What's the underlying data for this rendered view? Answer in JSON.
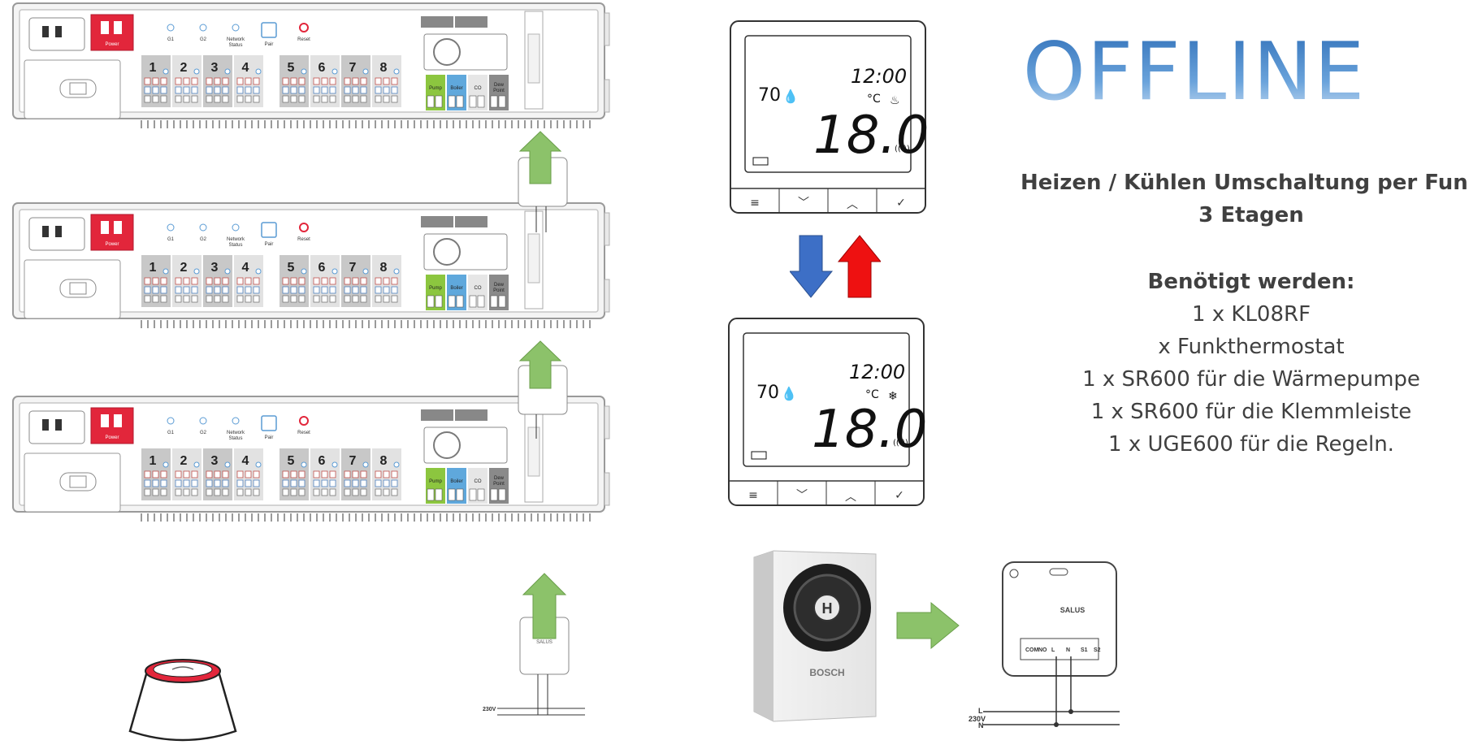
{
  "title": "OFFLINE",
  "heading": {
    "line1": "Heizen / Kühlen Umschaltung per Funk",
    "line2": "3 Etagen"
  },
  "needed": {
    "label": "Benötigt werden:",
    "items": [
      "1 x KL08RF",
      "x Funkthermostat",
      "1 x SR600 für die Wärmepumpe",
      "1 x SR600 für die Klemmleiste",
      "1 x UGE600 für die Regeln."
    ]
  },
  "strip": {
    "power": "Power",
    "g1": "G1",
    "g2": "G2",
    "network": "Network",
    "status": "Status",
    "pair": "Pair",
    "reset": "Reset",
    "zones": [
      "1",
      "2",
      "3",
      "4",
      "5",
      "6",
      "7",
      "8"
    ],
    "pump": "Pump",
    "boiler": "Boiler",
    "co": "CO",
    "dew": "Dew",
    "point": "Point"
  },
  "thermostat_top": {
    "humidity": "70",
    "time": "12:00",
    "unit": "°C",
    "temp": "18.0"
  },
  "thermostat_bottom": {
    "humidity": "70",
    "time": "12:00",
    "unit": "°C",
    "temp": "18.0"
  },
  "receiver": {
    "brand": "SALUS",
    "terminals": [
      "COM",
      "NO",
      "L",
      "N",
      "S1",
      "S2"
    ],
    "voltage": "230V",
    "line_l": "L",
    "line_n": "N"
  },
  "heatpump": {
    "brand": "BOSCH"
  },
  "colors": {
    "strip_red": "#e2263b",
    "green_arrow": "#8cc26a",
    "blue_arrow": "#3d6fc6",
    "red_arrow": "#ee1111",
    "title_blue": "#4a86c8",
    "text_gray": "#404040"
  }
}
